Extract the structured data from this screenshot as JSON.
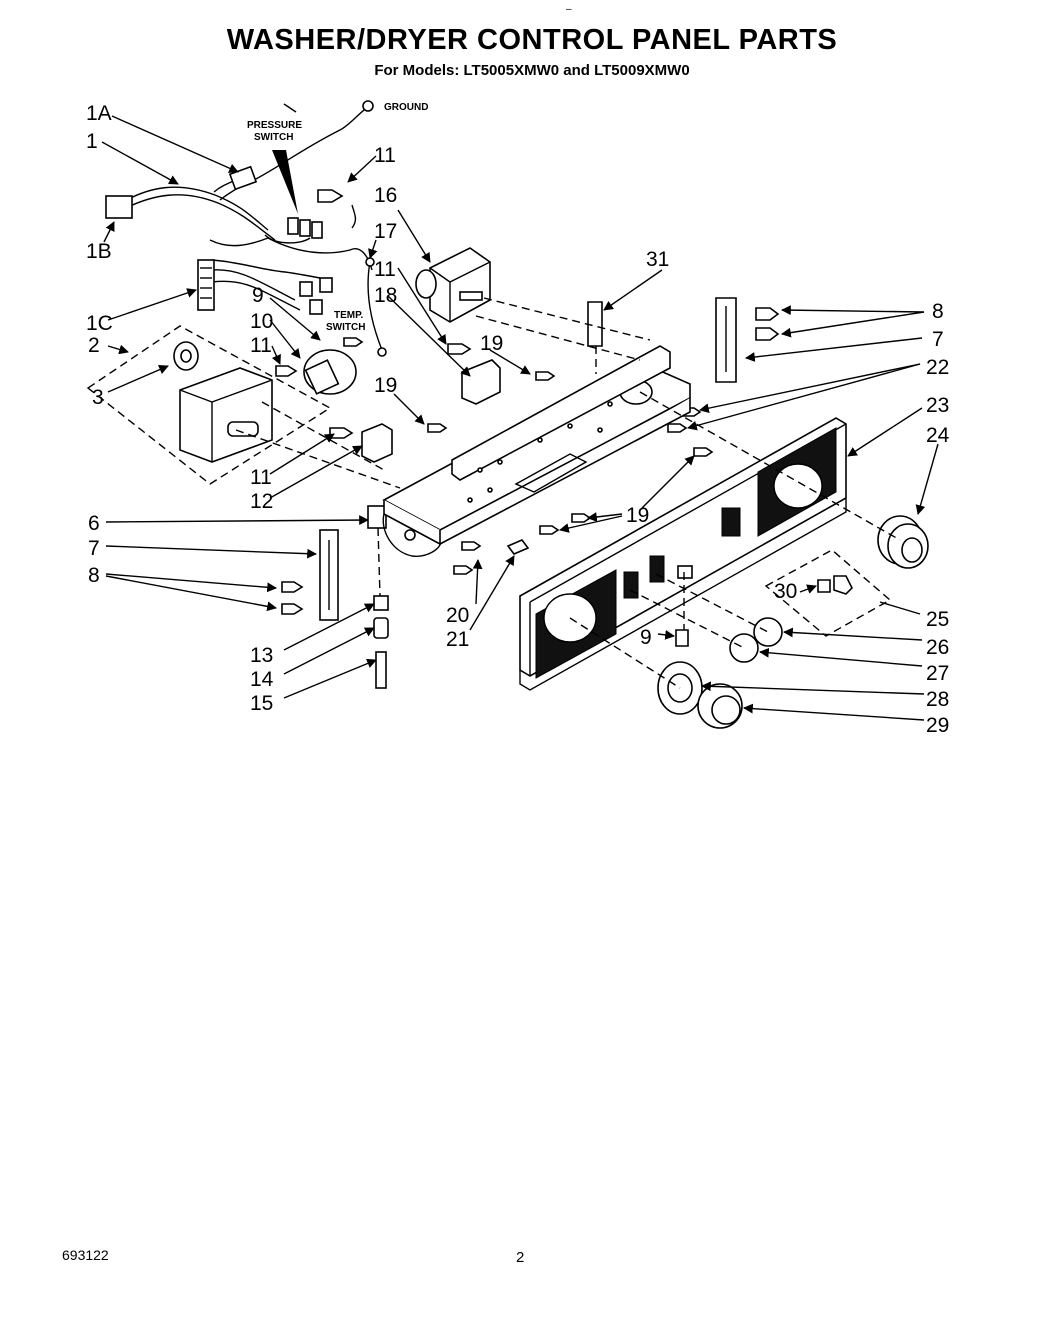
{
  "page": {
    "top_mark": "–",
    "title": "WASHER/DRYER CONTROL PANEL PARTS",
    "subtitle": "For Models: LT5005XMW0  and  LT5009XMW0",
    "doc_number": "693122",
    "page_number": "2"
  },
  "annotations": {
    "ground": "GROUND",
    "pressure_switch_1": "PRESSURE",
    "pressure_switch_2": "SWITCH",
    "temp_switch_1": "TEMP.",
    "temp_switch_2": "SWITCH"
  },
  "callouts": {
    "c1a": "1A",
    "c1": "1",
    "c1b": "1B",
    "c1c": "1C",
    "c2": "2",
    "c3": "3",
    "c6": "6",
    "c7L": "7",
    "c8L": "8",
    "c9a": "9",
    "c10": "10",
    "c11a": "11",
    "c11b": "11",
    "c11c": "11",
    "c11d": "11",
    "c12": "12",
    "c13": "13",
    "c14": "14",
    "c15": "15",
    "c16": "16",
    "c17": "17",
    "c18": "18",
    "c19a": "19",
    "c19b": "19",
    "c19c": "19",
    "c20": "20",
    "c21": "21",
    "c31": "31",
    "c8R": "8",
    "c7R": "7",
    "c22": "22",
    "c23": "23",
    "c24": "24",
    "c25": "25",
    "c26": "26",
    "c27": "27",
    "c28": "28",
    "c29": "29",
    "c30": "30",
    "c9b": "9"
  }
}
